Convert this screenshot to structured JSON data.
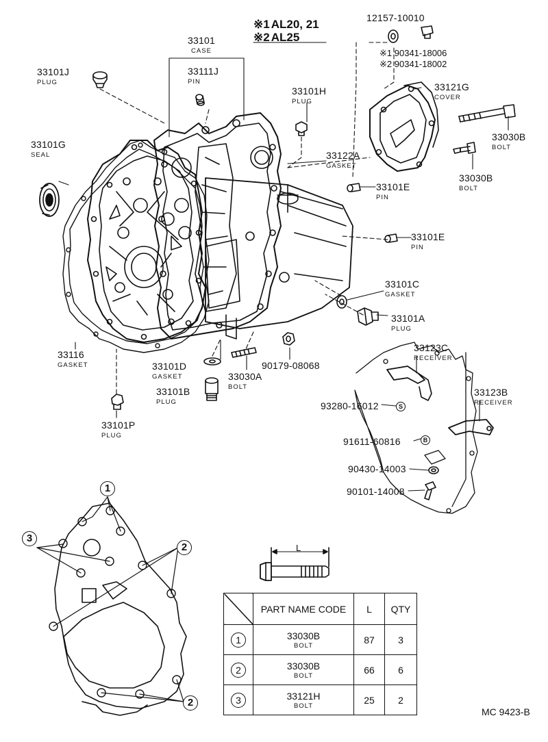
{
  "notes": [
    {
      "mark": "※1",
      "text": "AL20, 21"
    },
    {
      "mark": "※2",
      "text": "AL25"
    }
  ],
  "parts": {
    "p33101": {
      "code": "33101",
      "name": "CASE"
    },
    "p33111J": {
      "code": "33111J",
      "name": "PIN"
    },
    "p33101J": {
      "code": "33101J",
      "name": "PLUG"
    },
    "p33101H": {
      "code": "33101H",
      "name": "PLUG"
    },
    "p33101G": {
      "code": "33101G",
      "name": "SEAL"
    },
    "p12157": {
      "code": "12157-10010"
    },
    "p90341a": {
      "mark": "※1",
      "code": "90341-18006"
    },
    "p90341b": {
      "mark": "※2",
      "code": "90341-18002"
    },
    "p33121G": {
      "code": "33121G",
      "name": "COVER"
    },
    "p33030B_top": {
      "code": "33030B",
      "name": "BOLT"
    },
    "p33122A": {
      "code": "33122A",
      "name": "GASKET"
    },
    "p33030B_mid": {
      "code": "33030B",
      "name": "BOLT"
    },
    "p33101E_a": {
      "code": "33101E",
      "name": "PIN"
    },
    "p33101E_b": {
      "code": "33101E",
      "name": "PIN"
    },
    "p33101C": {
      "code": "33101C",
      "name": "GASKET"
    },
    "p33101A": {
      "code": "33101A",
      "name": "PLUG"
    },
    "p33116": {
      "code": "33116",
      "name": "GASKET"
    },
    "p33101D": {
      "code": "33101D",
      "name": "GASKET"
    },
    "p33101B": {
      "code": "33101B",
      "name": "PLUG"
    },
    "p33030A": {
      "code": "33030A",
      "name": "BOLT"
    },
    "p90179": {
      "code": "90179-08068"
    },
    "p33101P": {
      "code": "33101P",
      "name": "PLUG"
    },
    "p33123C": {
      "code": "33123C",
      "name": "RECEIVER"
    },
    "p33123B": {
      "code": "33123B",
      "name": "RECEIVER"
    },
    "p93280": {
      "code": "93280-16012",
      "mark": "S"
    },
    "p91611": {
      "code": "91611-60816",
      "mark": "B"
    },
    "p90430": {
      "code": "90430-14003"
    },
    "p90101": {
      "code": "90101-14008"
    }
  },
  "callouts": {
    "c1": "1",
    "c2": "2",
    "c3": "3"
  },
  "bolt_dim_label": "L",
  "table": {
    "headers": {
      "name": "PART NAME CODE",
      "l": "L",
      "qty": "QTY"
    },
    "rows": [
      {
        "key": "1",
        "code": "33030B",
        "name": "BOLT",
        "l": "87",
        "qty": "3"
      },
      {
        "key": "2",
        "code": "33030B",
        "name": "BOLT",
        "l": "66",
        "qty": "6"
      },
      {
        "key": "3",
        "code": "33121H",
        "name": "BOLT",
        "l": "25",
        "qty": "2"
      }
    ]
  },
  "footer": "MC 9423-B"
}
